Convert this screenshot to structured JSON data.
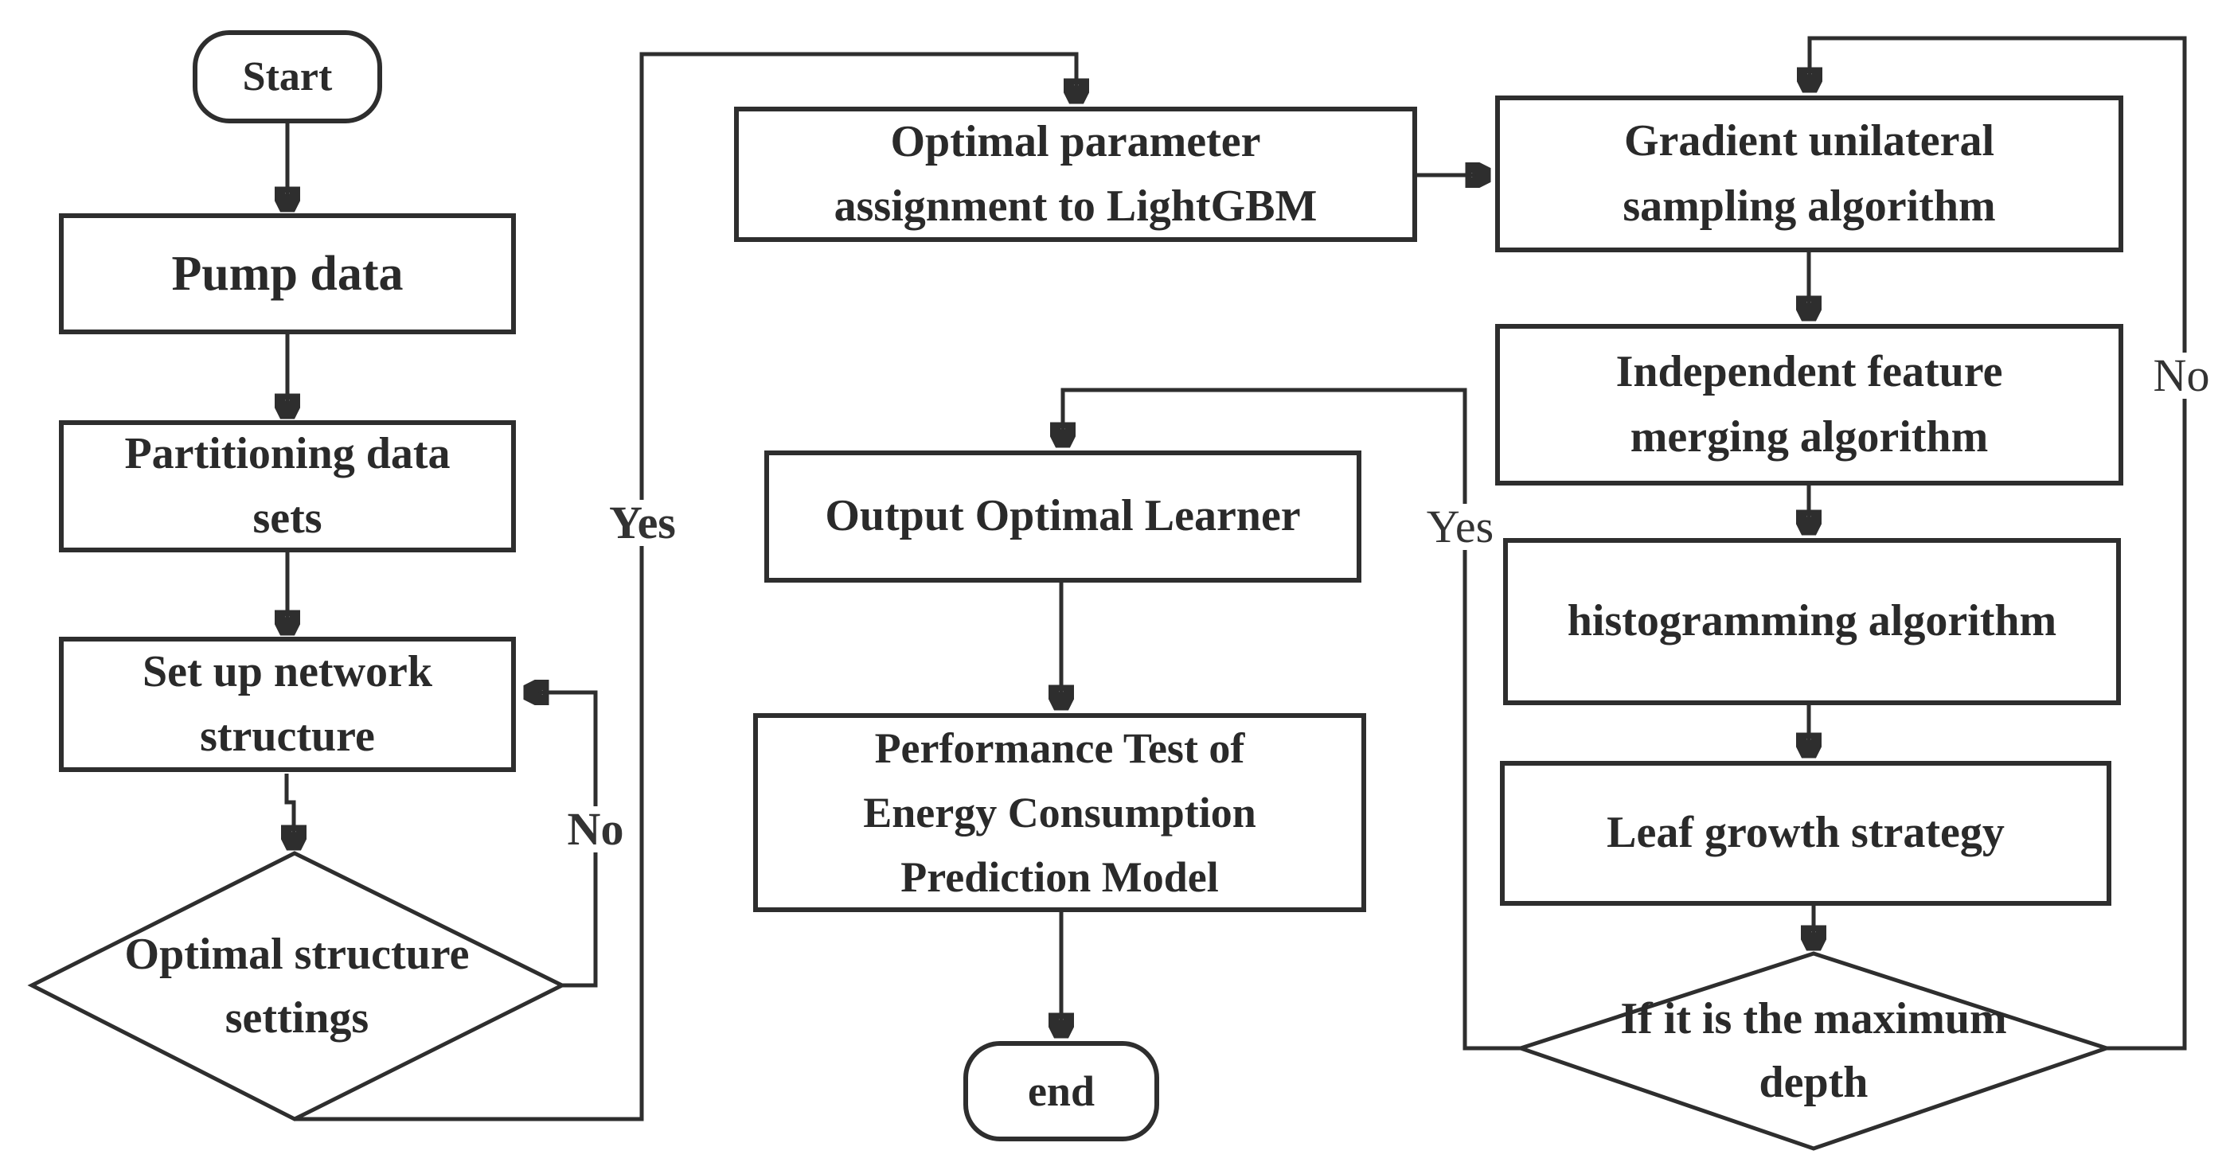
{
  "nodes": {
    "start": {
      "label": "Start"
    },
    "pump_data": {
      "label": "Pump data"
    },
    "partitioning": {
      "label": "Partitioning data\nsets"
    },
    "setup_network": {
      "label": "Set up network\nstructure"
    },
    "optimal_structure": {
      "label": "Optimal structure\nsettings"
    },
    "optimal_parameter": {
      "label": "Optimal parameter\nassignment to LightGBM"
    },
    "gradient_sampling": {
      "label": "Gradient unilateral\nsampling algorithm"
    },
    "feature_merging": {
      "label": "Independent feature\nmerging algorithm"
    },
    "histogramming": {
      "label": "histogramming algorithm"
    },
    "leaf_growth": {
      "label": "Leaf growth strategy"
    },
    "max_depth": {
      "label": "If it is the maximum\ndepth"
    },
    "output_learner": {
      "label": "Output Optimal Learner"
    },
    "performance_test": {
      "label": "Performance Test of\nEnergy Consumption\nPrediction Model"
    },
    "end": {
      "label": "end"
    }
  },
  "edge_labels": {
    "left_yes": "Yes",
    "left_no": "No",
    "middle_yes": "Yes",
    "right_no": "No"
  },
  "colors": {
    "line": "#2e2e2e",
    "text": "#2a2a2a",
    "background": "#ffffff"
  }
}
